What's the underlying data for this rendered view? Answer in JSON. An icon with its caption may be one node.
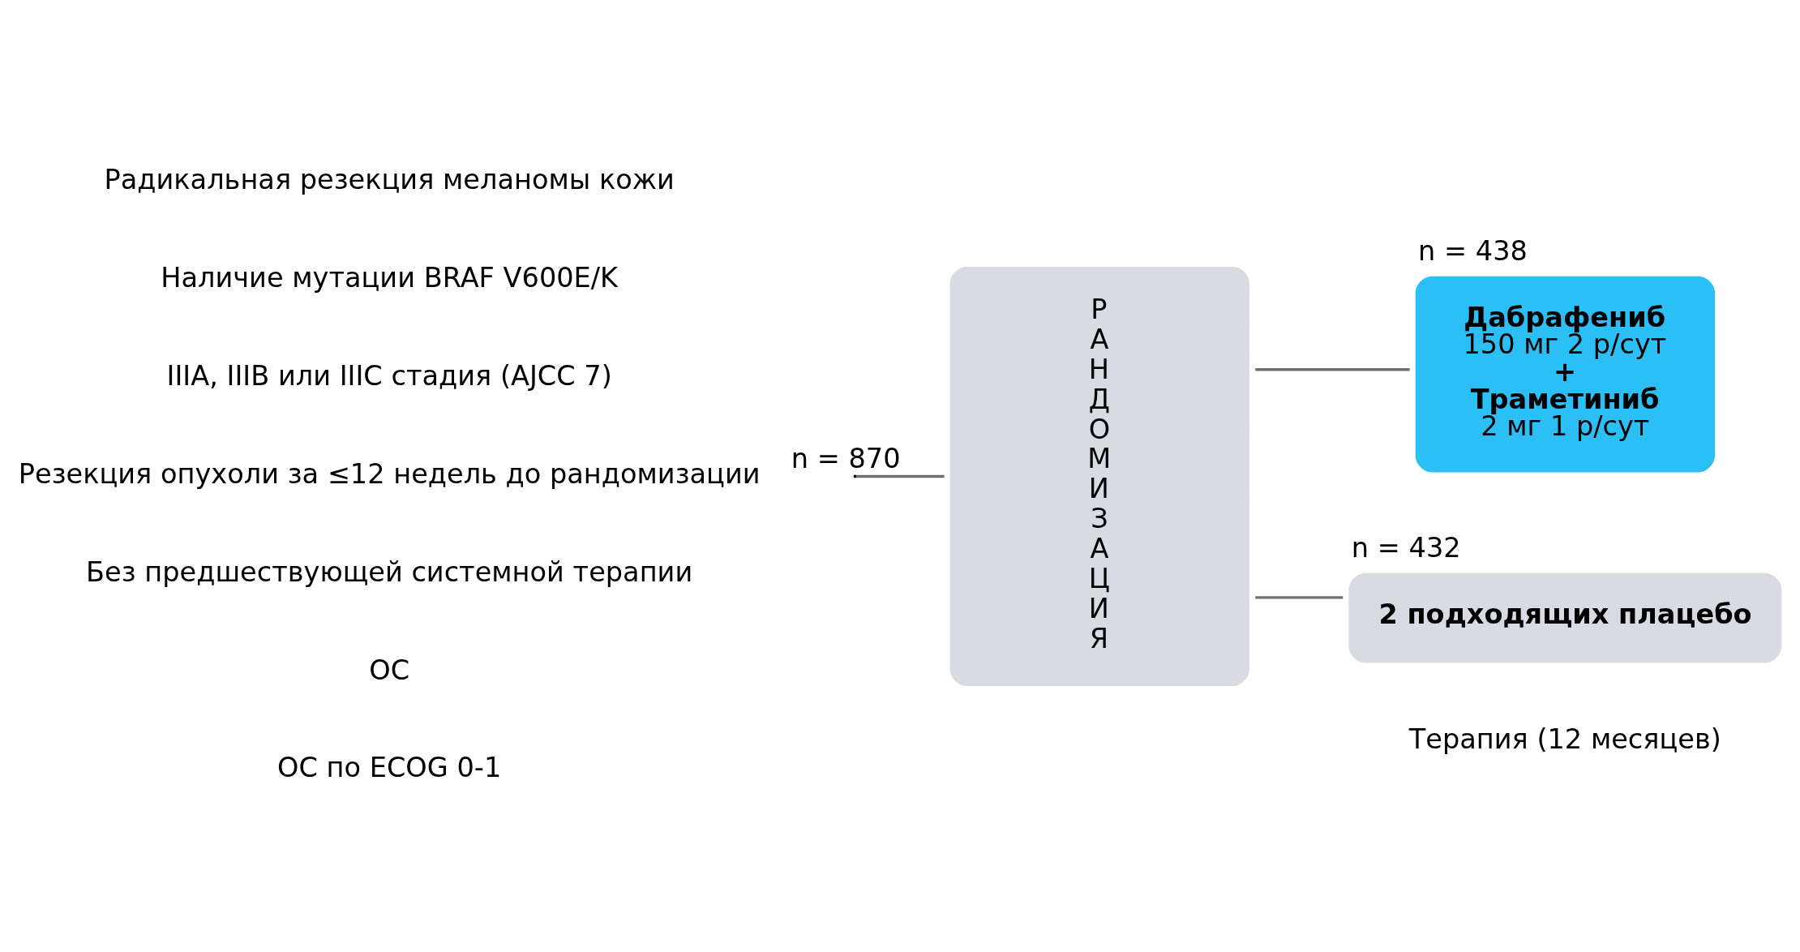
{
  "diagram": {
    "nodes": [
      {
        "text": [
          "РАНДОМИЗАЦИЯ"
        ]
      },
      {
        "text": [
          "Дабрафениб",
          "150 мг 2 р/сут",
          "+",
          "Траметиниб",
          "2 мг 1 р/сут"
        ],
        "beside": [
          "n = 438"
        ]
      },
      {
        "text": [
          "2 подходящих плацебо"
        ],
        "beside": [
          "n = 432"
        ]
      }
    ],
    "edges": [
      {
        "from": null,
        "to": 0,
        "arrow": "none",
        "label": "n = 870"
      },
      {
        "from": 0,
        "to": 1,
        "arrow": "none"
      },
      {
        "from": 0,
        "to": 2,
        "arrow": "none"
      }
    ],
    "labels": [
      "Радикальная резекция меланомы кожи",
      "Наличие мутации BRAF V600E/K",
      "IIIA, IIIB или IIIC стадия (AJCC 7)",
      "Резекция опухоли за ≤12 недель до рандомизации",
      "Без предшествующей системной терапии",
      "ОС",
      "ОС по ECOG 0-1",
      "Терапия (12 месяцев)"
    ]
  }
}
